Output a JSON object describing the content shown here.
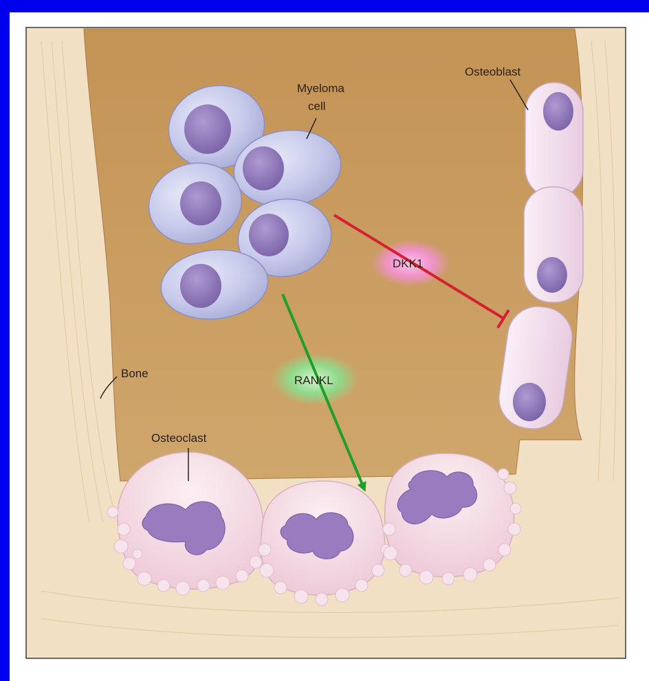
{
  "labels": {
    "myeloma_line1": "Myeloma",
    "myeloma_line2": "cell",
    "osteoblast": "Osteoblast",
    "dkk1": "DKK1",
    "rankl": "RANKL",
    "bone": "Bone",
    "osteoclast": "Osteoclast"
  },
  "colors": {
    "slide_background": "#0000EE",
    "bone": "#F2E0C4",
    "marrow_cavity": "#C79A5C",
    "myeloma_cell": "#C9CCEB",
    "myeloma_nucleus": "#8E78B8",
    "osteoblast": "#F0D9EA",
    "osteoclast": "#F4DDE6",
    "inhibition_arrow": "#D42030",
    "activation_arrow": "#1F9E2A",
    "dkk1_glow": "#F07AC0",
    "rankl_glow": "#7CD47A"
  }
}
